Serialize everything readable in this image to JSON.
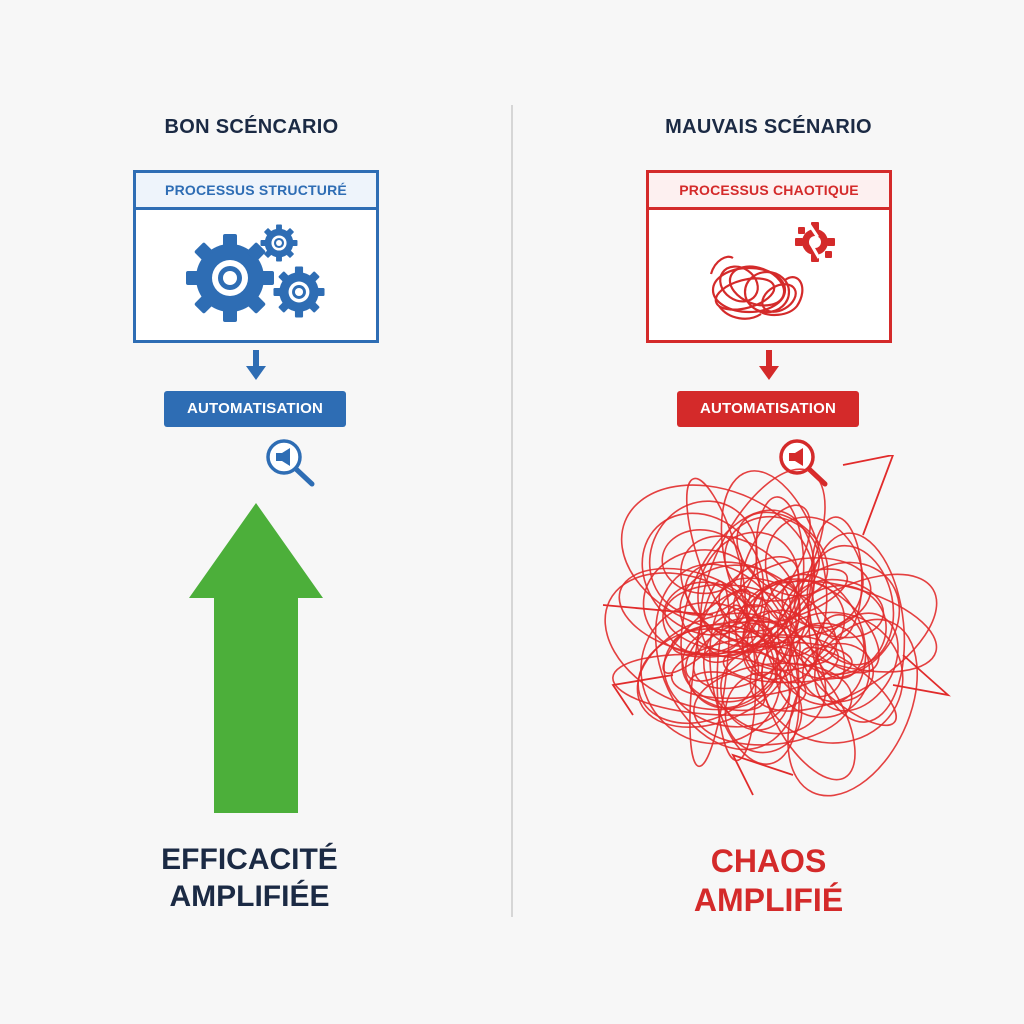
{
  "left": {
    "title": "BON SCÉNCARIO",
    "process_label": "PROCESSUS STRUCTURÉ",
    "automation_label": "AUTOMATISATION",
    "result_line1": "EFFICACITÉ",
    "result_line2": "AMPLIFIÉE",
    "color": "#2e6db4",
    "result_color": "#1b2a44",
    "arrow_color": "#4caf3a",
    "icons": [
      "gears-icon",
      "arrow-down-icon",
      "magnifier-megaphone-icon",
      "arrow-up-icon"
    ]
  },
  "right": {
    "title": "MAUVAIS SCÉNARIO",
    "process_label": "PROCESSUS CHAOTIQUE",
    "automation_label": "AUTOMATISATION",
    "result_line1": "CHAOS",
    "result_line2": "AMPLIFIÉ",
    "color": "#d42a2a",
    "icons": [
      "tangle-icon",
      "broken-gear-icon",
      "arrow-down-icon",
      "magnifier-megaphone-icon",
      "chaos-scribble-icon"
    ]
  }
}
